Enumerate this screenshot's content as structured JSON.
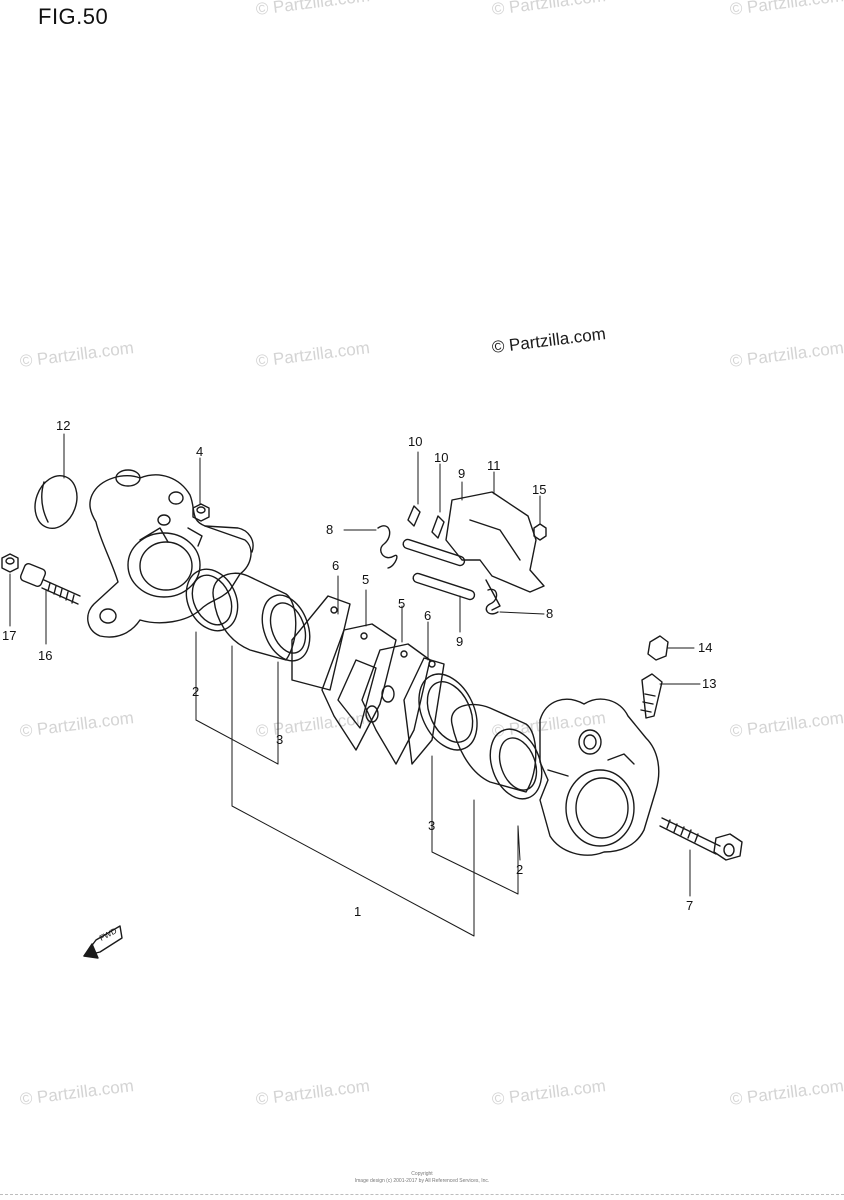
{
  "figure": {
    "title": "FIG.50"
  },
  "watermark": {
    "text": "© Partzilla.com",
    "main_text": "© Partzilla.com"
  },
  "callouts": {
    "c1": "1",
    "c2a": "2",
    "c2b": "2",
    "c3a": "3",
    "c3b": "3",
    "c4": "4",
    "c5a": "5",
    "c5b": "5",
    "c6a": "6",
    "c6b": "6",
    "c7": "7",
    "c8a": "8",
    "c8b": "8",
    "c9a": "9",
    "c9b": "9",
    "c10a": "10",
    "c10b": "10",
    "c11": "11",
    "c12": "12",
    "c13": "13",
    "c14": "14",
    "c15": "15",
    "c16": "16",
    "c17": "17"
  },
  "arrow": {
    "label": "FWD"
  },
  "footer": {
    "line1": "Copyright",
    "line2": "Image design (c) 2001-2017 by All Referenced Services, Inc."
  }
}
